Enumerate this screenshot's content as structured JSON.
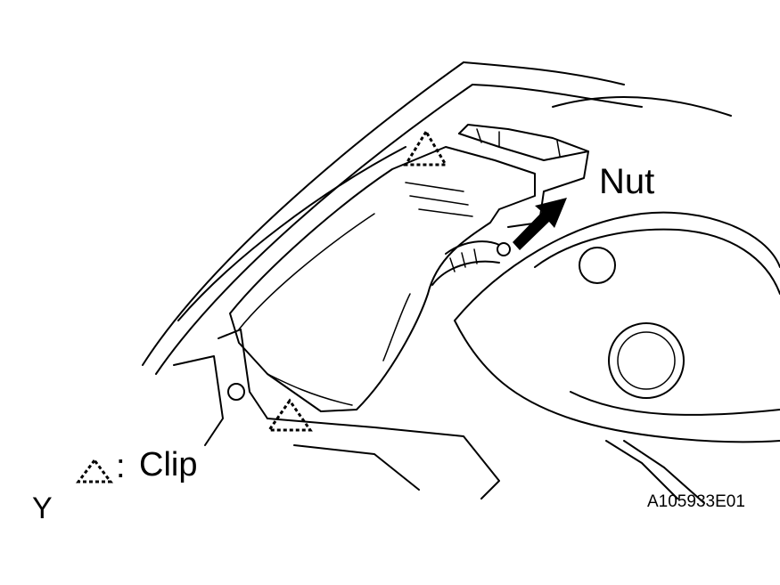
{
  "callouts": {
    "nut": "Nut",
    "clip": "Clip",
    "clip_separator": ":"
  },
  "view_letter": "Y",
  "figure_code": "A105933E01",
  "icons": {
    "clip_symbol": "dashed-triangle-icon",
    "nut_pointer": "arrow-icon"
  }
}
